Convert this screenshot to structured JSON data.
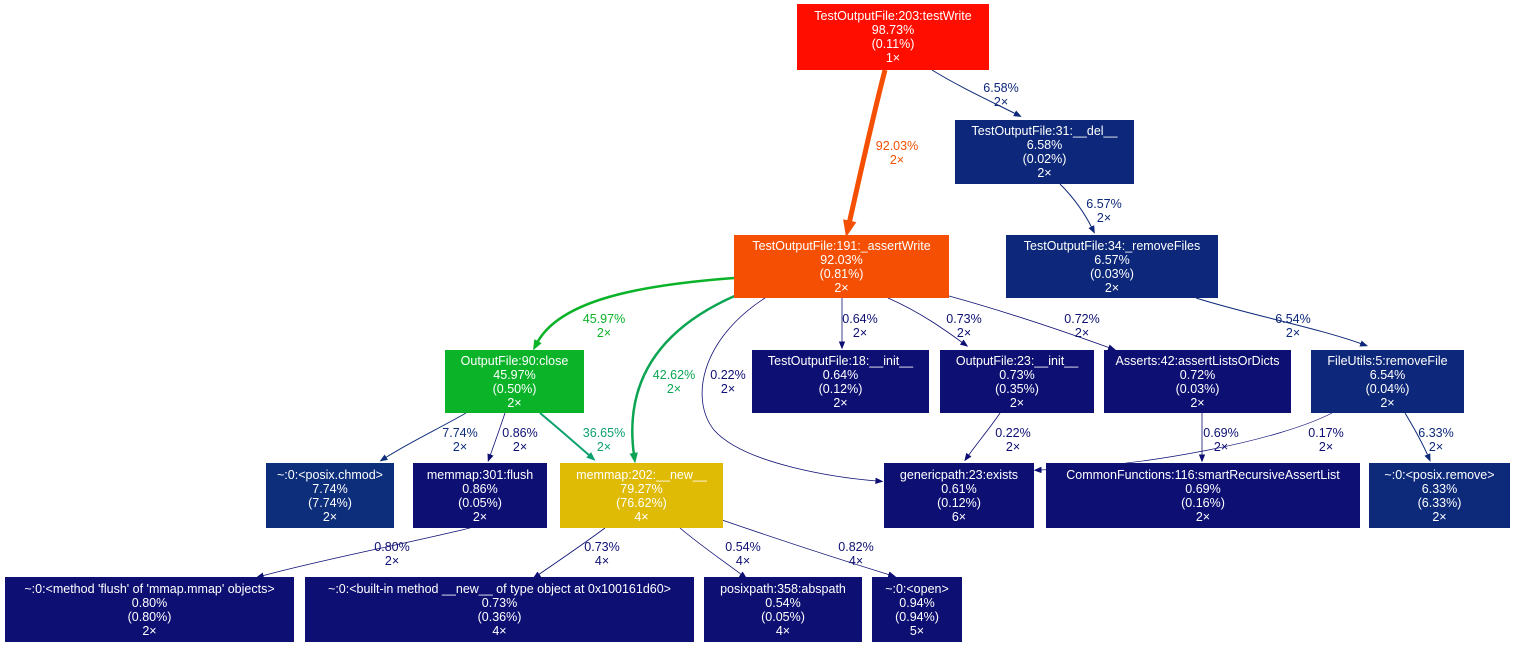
{
  "nodes": [
    {
      "id": "testWrite",
      "lines": [
        "TestOutputFile:203:testWrite",
        "98.73%",
        "(0.11%)",
        "1×"
      ],
      "color": "#ff0e00"
    },
    {
      "id": "del",
      "lines": [
        "TestOutputFile:31:__del__",
        "6.58%",
        "(0.02%)",
        "2×"
      ],
      "color": "#0d287a"
    },
    {
      "id": "assertWrite",
      "lines": [
        "TestOutputFile:191:_assertWrite",
        "92.03%",
        "(0.81%)",
        "2×"
      ],
      "color": "#f44f02"
    },
    {
      "id": "removeFiles",
      "lines": [
        "TestOutputFile:34:_removeFiles",
        "6.57%",
        "(0.03%)",
        "2×"
      ],
      "color": "#0d287a"
    },
    {
      "id": "close",
      "lines": [
        "OutputFile:90:close",
        "45.97%",
        "(0.50%)",
        "2×"
      ],
      "color": "#0bb329"
    },
    {
      "id": "toInit",
      "lines": [
        "TestOutputFile:18:__init__",
        "0.64%",
        "(0.12%)",
        "2×"
      ],
      "color": "#0d0f73"
    },
    {
      "id": "ofInit",
      "lines": [
        "OutputFile:23:__init__",
        "0.73%",
        "(0.35%)",
        "2×"
      ],
      "color": "#0d0f73"
    },
    {
      "id": "asserts",
      "lines": [
        "Asserts:42:assertListsOrDicts",
        "0.72%",
        "(0.03%)",
        "2×"
      ],
      "color": "#0d0f73"
    },
    {
      "id": "removeFile",
      "lines": [
        "FileUtils:5:removeFile",
        "6.54%",
        "(0.04%)",
        "2×"
      ],
      "color": "#0d287a"
    },
    {
      "id": "chmod",
      "lines": [
        "~:0:<posix.chmod>",
        "7.74%",
        "(7.74%)",
        "2×"
      ],
      "color": "#0d2e7b"
    },
    {
      "id": "flush",
      "lines": [
        "memmap:301:flush",
        "0.86%",
        "(0.05%)",
        "2×"
      ],
      "color": "#0d0f73"
    },
    {
      "id": "new",
      "lines": [
        "memmap:202:__new__",
        "79.27%",
        "(76.62%)",
        "4×"
      ],
      "color": "#e0bb06"
    },
    {
      "id": "exists",
      "lines": [
        "genericpath:23:exists",
        "0.61%",
        "(0.12%)",
        "6×"
      ],
      "color": "#0d0f73"
    },
    {
      "id": "smart",
      "lines": [
        "CommonFunctions:116:smartRecursiveAssertList",
        "0.69%",
        "(0.16%)",
        "2×"
      ],
      "color": "#0d0f73"
    },
    {
      "id": "remove",
      "lines": [
        "~:0:<posix.remove>",
        "6.33%",
        "(6.33%)",
        "2×"
      ],
      "color": "#0d2a7a"
    },
    {
      "id": "mflush",
      "lines": [
        "~:0:<method 'flush' of 'mmap.mmap' objects>",
        "0.80%",
        "(0.80%)",
        "2×"
      ],
      "color": "#0d0f73"
    },
    {
      "id": "builtinNew",
      "lines": [
        "~:0:<built-in method __new__ of type object at 0x100161d60>",
        "0.73%",
        "(0.36%)",
        "4×"
      ],
      "color": "#0d0f73"
    },
    {
      "id": "abspath",
      "lines": [
        "posixpath:358:abspath",
        "0.54%",
        "(0.05%)",
        "4×"
      ],
      "color": "#0d0f73"
    },
    {
      "id": "open",
      "lines": [
        "~:0:<open>",
        "0.94%",
        "(0.94%)",
        "5×"
      ],
      "color": "#0d0f73"
    }
  ],
  "edges": [
    {
      "from": "testWrite",
      "to": "assertWrite",
      "lines": [
        "92.03%",
        "2×"
      ],
      "color": "#f44f02"
    },
    {
      "from": "testWrite",
      "to": "del",
      "lines": [
        "6.58%",
        "2×"
      ],
      "color": "#0d287a"
    },
    {
      "from": "del",
      "to": "removeFiles",
      "lines": [
        "6.57%",
        "2×"
      ],
      "color": "#0d287a"
    },
    {
      "from": "removeFiles",
      "to": "removeFile",
      "lines": [
        "6.54%",
        "2×"
      ],
      "color": "#0d287a"
    },
    {
      "from": "assertWrite",
      "to": "close",
      "lines": [
        "45.97%",
        "2×"
      ],
      "color": "#0bb329"
    },
    {
      "from": "assertWrite",
      "to": "new",
      "lines": [
        "42.62%",
        "2×"
      ],
      "color": "#0ba552"
    },
    {
      "from": "assertWrite",
      "to": "exists",
      "lines": [
        "0.22%",
        "2×"
      ],
      "color": "#0d0d73"
    },
    {
      "from": "assertWrite",
      "to": "toInit",
      "lines": [
        "0.64%",
        "2×"
      ],
      "color": "#0d0f73"
    },
    {
      "from": "assertWrite",
      "to": "ofInit",
      "lines": [
        "0.73%",
        "2×"
      ],
      "color": "#0d0f73"
    },
    {
      "from": "assertWrite",
      "to": "asserts",
      "lines": [
        "0.72%",
        "2×"
      ],
      "color": "#0d0f73"
    },
    {
      "from": "close",
      "to": "chmod",
      "lines": [
        "7.74%",
        "2×"
      ],
      "color": "#0d2e7b"
    },
    {
      "from": "close",
      "to": "flush",
      "lines": [
        "0.86%",
        "2×"
      ],
      "color": "#0d1073"
    },
    {
      "from": "close",
      "to": "new",
      "lines": [
        "36.65%",
        "2×"
      ],
      "color": "#0ba06e"
    },
    {
      "from": "ofInit",
      "to": "exists",
      "lines": [
        "0.22%",
        "2×"
      ],
      "color": "#0d0d73"
    },
    {
      "from": "asserts",
      "to": "smart",
      "lines": [
        "0.69%",
        "2×"
      ],
      "color": "#0d0f73"
    },
    {
      "from": "removeFile",
      "to": "exists",
      "lines": [
        "0.17%",
        "2×"
      ],
      "color": "#0d0d73"
    },
    {
      "from": "removeFile",
      "to": "remove",
      "lines": [
        "6.33%",
        "2×"
      ],
      "color": "#0d2a7a"
    },
    {
      "from": "flush",
      "to": "mflush",
      "lines": [
        "0.80%",
        "2×"
      ],
      "color": "#0d0f73"
    },
    {
      "from": "new",
      "to": "builtinNew",
      "lines": [
        "0.73%",
        "4×"
      ],
      "color": "#0d0f73"
    },
    {
      "from": "new",
      "to": "abspath",
      "lines": [
        "0.54%",
        "4×"
      ],
      "color": "#0d0f73"
    },
    {
      "from": "new",
      "to": "open",
      "lines": [
        "0.82%",
        "4×"
      ],
      "color": "#0d0f73"
    }
  ]
}
